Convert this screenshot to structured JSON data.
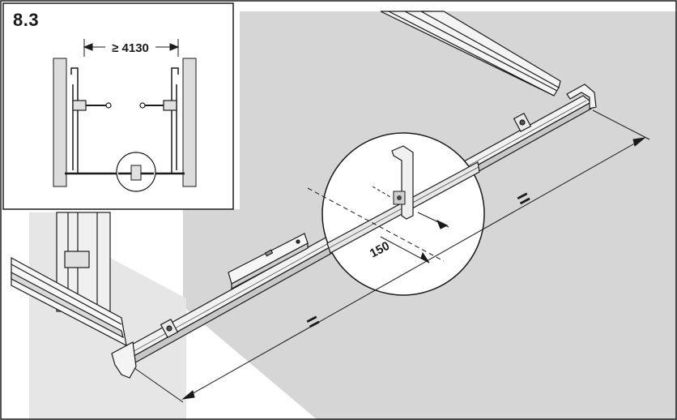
{
  "step": {
    "label": "8.3"
  },
  "inset": {
    "min_span": "≥ 4130"
  },
  "main": {
    "offset_dim": "150",
    "equal_mark_upper": "=",
    "equal_mark_lower": "="
  },
  "colors": {
    "floor": "#d6d6d6",
    "wall": "#ececec",
    "line": "#1a1a1a",
    "rail": "#f4f4f4"
  }
}
